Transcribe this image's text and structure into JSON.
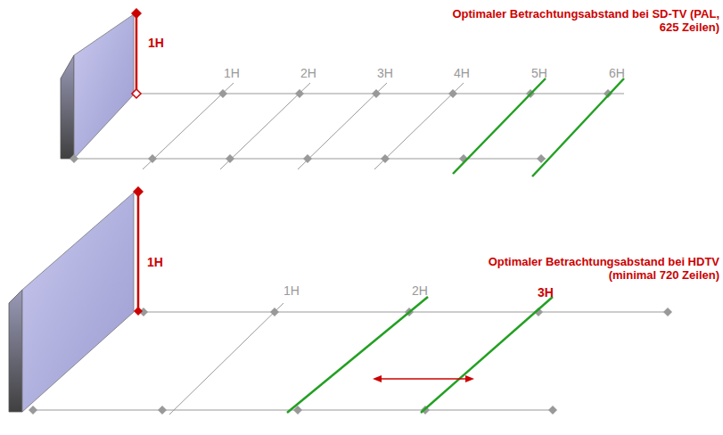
{
  "diagram": {
    "labels": [
      "Optimaler Betrachtungsabstand bei SD-TV (PAL, 625 Zeilen)",
      "1H",
      "1H",
      "2H",
      "3H",
      "4H",
      "5H",
      "6H",
      "Optimaler Betrachtungsabstand bei HDTV (minimal 720 Zeilen)",
      "1H",
      "1H",
      "2H",
      "3H"
    ]
  }
}
